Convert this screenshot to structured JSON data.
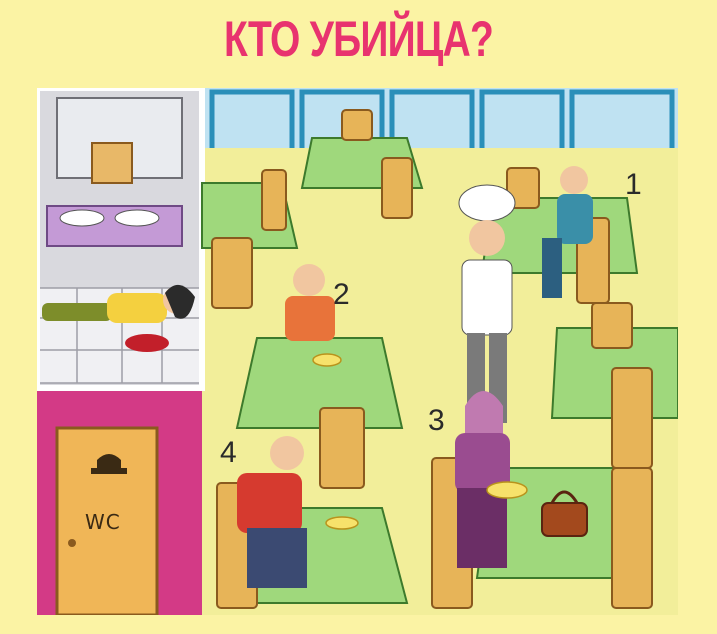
{
  "title": "КТО УБИЙЦА?",
  "scene": {
    "wc_sign": "WC",
    "suspects": [
      {
        "label": "1"
      },
      {
        "label": "2"
      },
      {
        "label": "3"
      },
      {
        "label": "4"
      }
    ]
  },
  "colors": {
    "title": "#e8336f",
    "background": "#fbf3a4",
    "tablecloth": "#9fd87c",
    "wall_pink": "#d33a86",
    "floor": "#f2ee9a"
  }
}
